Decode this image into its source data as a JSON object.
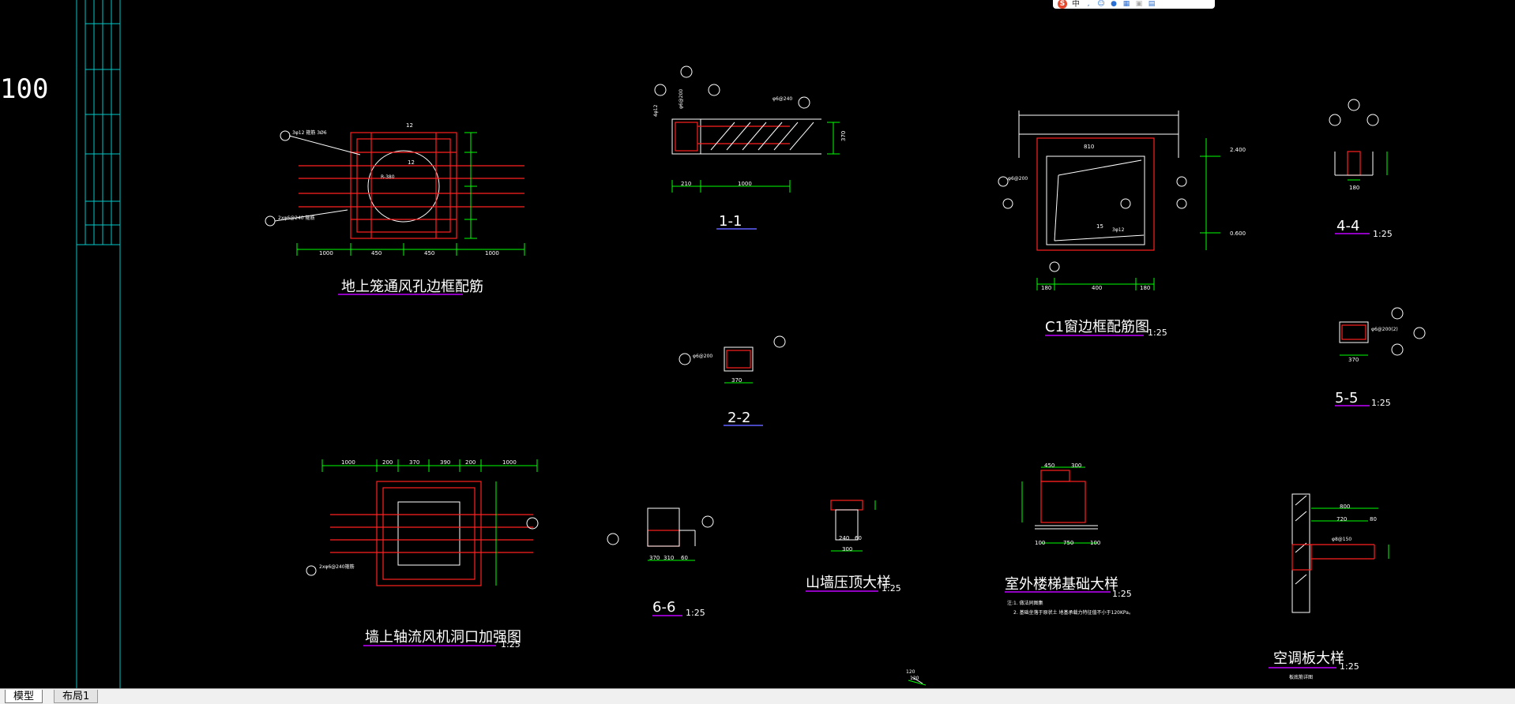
{
  "ime_toolbar": {
    "logo": "S",
    "lang": "中",
    "icons": [
      "punctuation-icon",
      "emoji-icon",
      "voice-icon",
      "keyboard-icon",
      "skin-icon",
      "tools-icon"
    ]
  },
  "left_margin": {
    "scale_text": "100"
  },
  "drawings": {
    "vent_frame_title": "地上笼通风孔边框配筋",
    "vent_frame_dims": [
      "1000",
      "450",
      "450",
      "1000"
    ],
    "vent_frame_label_top": "12",
    "vent_frame_label_mid": "12",
    "vent_frame_rebar_a": "3φ12  箍筋 3Ø6",
    "vent_frame_rebar_b": "2xφ6@240  箍筋",
    "vent_frame_radius": "R-380",
    "section_11_title": "1-1",
    "section_11_dims": [
      "210",
      "1000"
    ],
    "section_11_rebar_a": "4φ12",
    "section_11_rebar_b": "φ6@200",
    "section_11_rebar_c": "φ6@240",
    "section_11_height": "370",
    "c1_title": "C1窗边框配筋图",
    "c1_scale": "1:25",
    "c1_top_dim": "810",
    "c1_dims": [
      "180",
      "400",
      "180"
    ],
    "c1_elev_a": "2.400",
    "c1_elev_b": "0.600",
    "c1_label_15": "15",
    "c1_rebar_a": "φ6@200",
    "c1_rebar_b": "3φ12",
    "section_44_title": "4-4",
    "section_44_scale": "1:25",
    "section_44_dim": "180",
    "section_55_title": "5-5",
    "section_55_scale": "1:25",
    "section_55_dim": "370",
    "section_55_rebar": "φ6@200(2)",
    "section_22_title": "2-2",
    "section_22_dim": "370",
    "section_22_rebar": "φ6@200",
    "fan_title": "墙上轴流风机洞口加强图",
    "fan_scale": "1:25",
    "fan_dims": [
      "1000",
      "200",
      "370",
      "390",
      "200",
      "1000"
    ],
    "fan_rebar": "2xφ6@240箍筋",
    "section_66_title": "6-6",
    "section_66_scale": "1:25",
    "section_66_dims": [
      "370",
      "310",
      "60"
    ],
    "gable_title": "山墙压顶大样",
    "gable_scale": "1:25",
    "gable_dims": [
      "240",
      "60",
      "300"
    ],
    "stair_title": "室外楼梯基础大样",
    "stair_scale": "1:25",
    "stair_dims": [
      "450",
      "300",
      "100",
      "750",
      "100"
    ],
    "stair_note_1": "注:1. 做法同图集",
    "stair_note_2": "2. 基础坐落于原状土 地基承载力特征值不小于120KPa。",
    "ac_title": "空调板大样",
    "ac_scale": "1:25",
    "ac_subtitle": "板底筋详图",
    "ac_dims": [
      "800",
      "720",
      "80"
    ],
    "ac_rebar": "φ8@150",
    "bottom_mark_a": "120",
    "bottom_mark_b": "120"
  },
  "tabs": [
    {
      "label": "模型",
      "active": true
    },
    {
      "label": "布局1",
      "active": false
    }
  ]
}
